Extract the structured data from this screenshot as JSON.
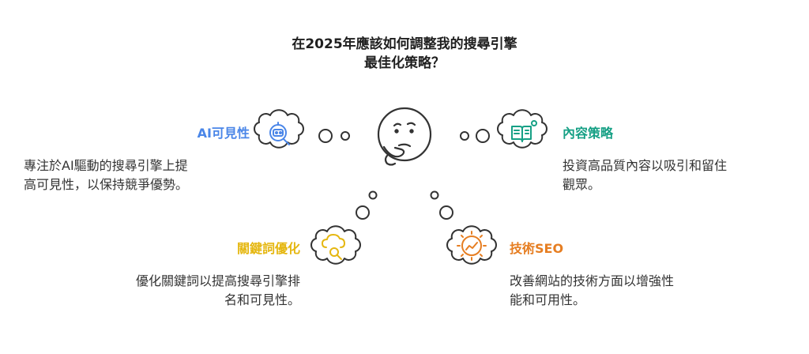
{
  "title": {
    "line1": "在2025年應該如何調整我的搜尋引擎",
    "line2": "最佳化策略？"
  },
  "branches": {
    "ai_visibility": {
      "heading": "AI可見性",
      "desc_line1": "專注於AI驅動的搜尋引擎上提",
      "desc_line2": "高可見性，以保持競爭優勢。",
      "color": "#4a86e8",
      "icon": "robot-search-icon"
    },
    "content_strategy": {
      "heading": "內容策略",
      "desc_line1": "投資高品質內容以吸引和留住",
      "desc_line2": "觀眾。",
      "color": "#16a085",
      "icon": "book-lightbulb-icon"
    },
    "keyword_optimization": {
      "heading": "關鍵詞優化",
      "desc_line1": "優化關鍵詞以提高搜尋引擎排",
      "desc_line2": "名和可見性。",
      "color": "#e5b711",
      "icon": "cloud-search-icon"
    },
    "technical_seo": {
      "heading": "技術SEO",
      "desc_line1": "改善網站的技術方面以增強性",
      "desc_line2": "能和可用性。",
      "color": "#e67e22",
      "icon": "gear-chart-icon"
    }
  },
  "center_icon": "thinking-face-icon"
}
